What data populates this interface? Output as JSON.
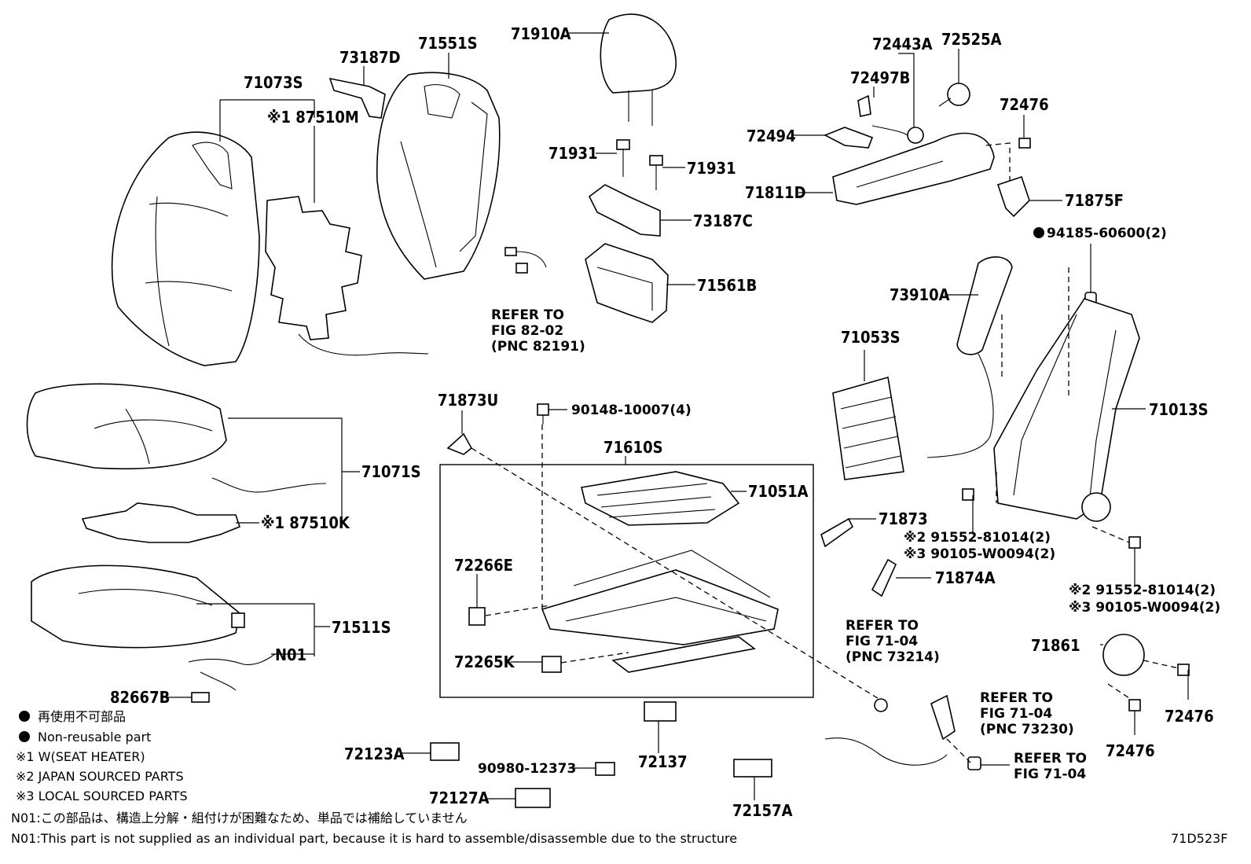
{
  "drawing_code": "71D523F",
  "labels": {
    "p71910A": "71910A",
    "p71551S": "71551S",
    "p73187D": "73187D",
    "p71073S": "71073S",
    "p187510M": "※1 87510M",
    "p72443A": "72443A",
    "p72525A": "72525A",
    "p72497B": "72497B",
    "p72476a": "72476",
    "p72494": "72494",
    "p71811D": "71811D",
    "p71875F": "71875F",
    "p94185": "94185-60600(2)",
    "p71931a": "71931",
    "p71931b": "71931",
    "p73187C": "73187C",
    "p71561B": "71561B",
    "ref82_1": "REFER TO",
    "ref82_2": "FIG 82-02",
    "ref82_3": "(PNC 82191)",
    "p73910A": "73910A",
    "p71053S": "71053S",
    "p71013S": "71013S",
    "p71873U": "71873U",
    "p90148": "90148-10007(4)",
    "p71610S": "71610S",
    "p71051A": "71051A",
    "p71071S": "71071S",
    "p187510K": "※1 87510K",
    "p71873": "71873",
    "p291552a": "※2 91552-81014(2)",
    "p390105a": "※3 90105-W0094(2)",
    "p71874A": "71874A",
    "p291552b": "※2 91552-81014(2)",
    "p390105b": "※3 90105-W0094(2)",
    "p72266E": "72266E",
    "p72265K": "72265K",
    "p71511S": "71511S",
    "pN01": "N01",
    "ref7104a_1": "REFER TO",
    "ref7104a_2": "FIG 71-04",
    "ref7104a_3": "(PNC 73214)",
    "p71861": "71861",
    "p82667B": "82667B",
    "ref7104b_1": "REFER TO",
    "ref7104b_2": "FIG 71-04",
    "ref7104b_3": "(PNC 73230)",
    "p72476b": "72476",
    "p72476c": "72476",
    "p72123A": "72123A",
    "p90980": "90980-12373",
    "p72137": "72137",
    "ref7104c_1": "REFER TO",
    "ref7104c_2": "FIG 71-04",
    "p72127A": "72127A",
    "p72157A": "72157A"
  },
  "legend": {
    "nonreusable_ja": "再使用不可部品",
    "nonreusable_en": "Non-reusable part",
    "note1": "※1 W(SEAT HEATER)",
    "note2": "※2 JAPAN SOURCED PARTS",
    "note3": "※3 LOCAL SOURCED PARTS",
    "n01_ja": "N01:この部品は、構造上分解・組付けが困難なため、単品では補給していません",
    "n01_en": "N01:This part is not supplied as an individual part, because it is hard to assemble/disassemble due to the structure"
  }
}
